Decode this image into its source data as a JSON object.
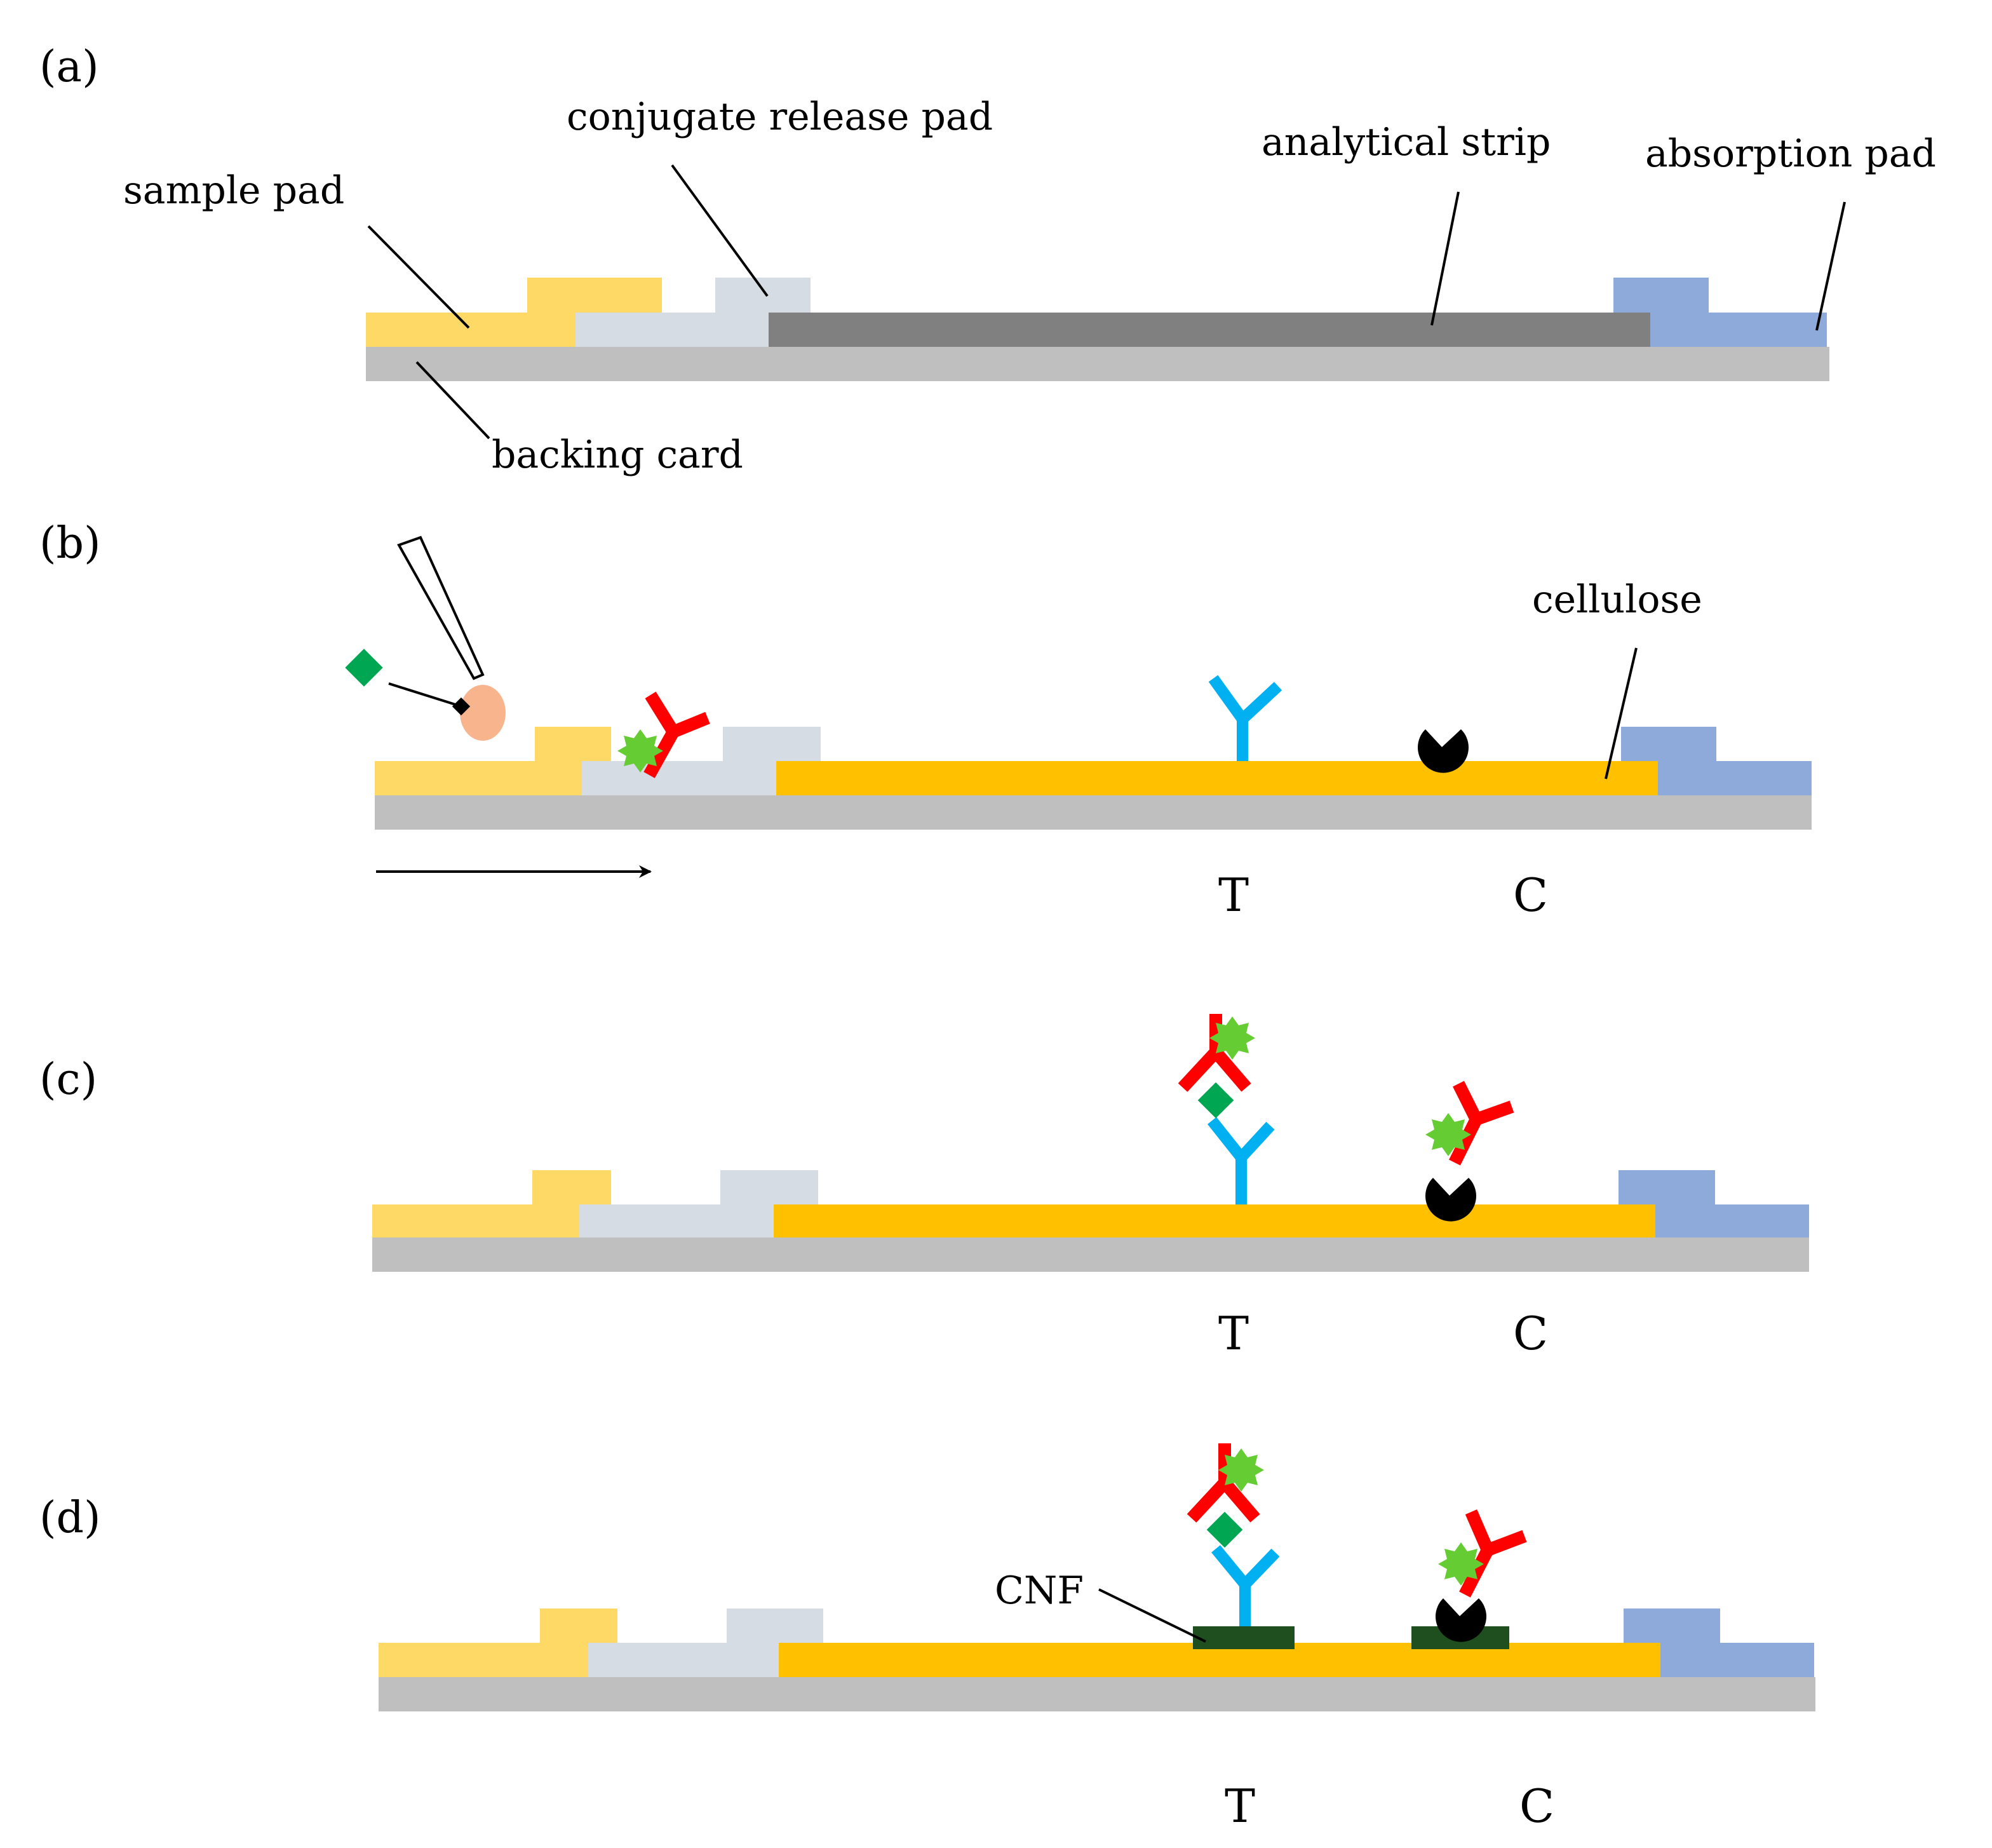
{
  "panels": {
    "a": {
      "tag": "(a)",
      "labels": {
        "sample_pad": "sample pad",
        "conjugate_release_pad": "conjugate release pad",
        "analytical_strip": "analytical strip",
        "absorption_pad": "absorption pad",
        "backing_card": "backing card"
      }
    },
    "b": {
      "tag": "(b)",
      "cellulose": "cellulose",
      "test_line": "T",
      "control_line": "C"
    },
    "c": {
      "tag": "(c)",
      "test_line": "T",
      "control_line": "C"
    },
    "d": {
      "tag": "(d)",
      "cnf": "CNF",
      "test_line": "T",
      "control_line": "C"
    }
  },
  "colors": {
    "sample_pad": "#FFD966",
    "conjugate_pad": "#D6DCE4",
    "analytical_strip": "#808080",
    "cellulose": "#FFC000",
    "absorption_pad": "#8EAADB",
    "backing_card": "#BFBFBF",
    "conjugate_antibody": "#FF0000",
    "capture_antibody": "#00B0F0",
    "label_particle": "#66CC33",
    "analyte": "#00A651",
    "sample_drop": "#F8B48C",
    "control_receptor": "#000000",
    "cnf_layer": "#1F4E1F"
  }
}
